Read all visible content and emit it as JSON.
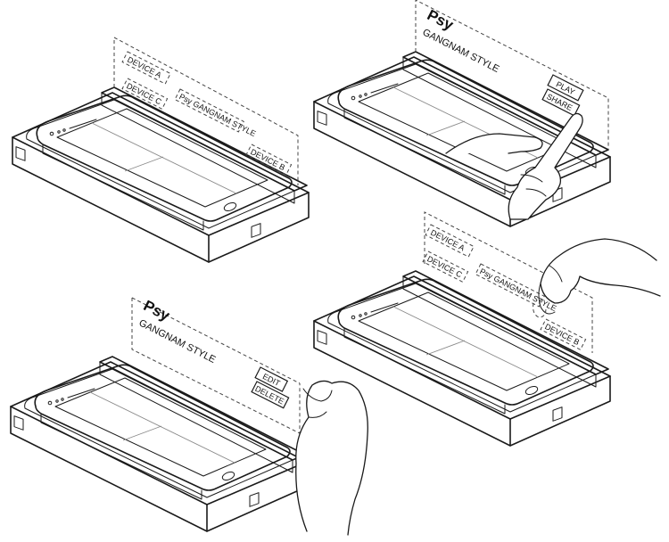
{
  "fig1": {
    "device_a": "DEVICE A",
    "device_b": "DEVICE B",
    "device_c": "DEVICE C",
    "music": "Psy GANGNAM STYLE"
  },
  "fig2": {
    "artist": "Psy",
    "song": "GANGNAM STYLE",
    "play": "PLAY",
    "share": "SHARE"
  },
  "fig3": {
    "artist": "Psy",
    "song": "GANGNAM STYLE",
    "edit": "EDIT",
    "delete": "DELETE"
  },
  "fig4": {
    "device_a": "DEVICE A",
    "device_b": "DEVICE B",
    "device_c": "DEVICE C",
    "music": "Psy GANGNAM STYLE"
  }
}
